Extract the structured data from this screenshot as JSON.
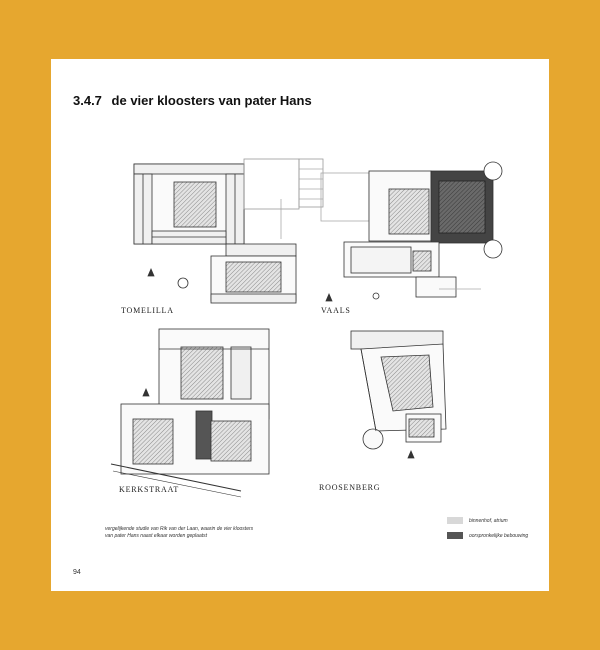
{
  "section": {
    "number": "3.4.7",
    "title": "de vier kloosters van pater Hans"
  },
  "plans": [
    {
      "name": "TOMELILLA"
    },
    {
      "name": "VAALS"
    },
    {
      "name": "KERKSTRAAT"
    },
    {
      "name": "ROOSENBERG"
    }
  ],
  "caption": "vergelijkende studie van Rik van der Laan, waarin de vier kloosters van pater Hans naast elkaar worden geplaatst",
  "legend": [
    {
      "label": "binnenhof, atrium",
      "color": "#d8d8d8"
    },
    {
      "label": "oorspronkelijke bebouwing",
      "color": "#555555"
    }
  ],
  "page_number": "94",
  "colors": {
    "background": "#E6A72F",
    "paper": "#ffffff",
    "ink": "#222222"
  }
}
